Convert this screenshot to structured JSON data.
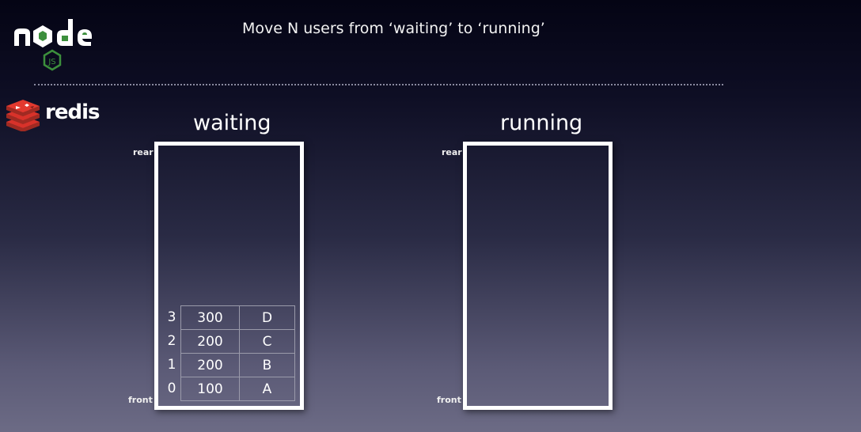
{
  "slide": {
    "title": "Move N users from ‘waiting’ to ‘running’"
  },
  "logos": {
    "node": {
      "name": "node",
      "sub": "JS",
      "icon": "nodejs-logo-icon",
      "color": "#ffffff",
      "hex_color": "#3c8f3c"
    },
    "redis": {
      "name": "redis",
      "icon": "redis-logo-icon",
      "color": "#d8322a"
    }
  },
  "waiting": {
    "label": "waiting",
    "rear_label": "rear",
    "front_label": "front",
    "rows": [
      {
        "index": "3",
        "value": "300",
        "user": "D"
      },
      {
        "index": "2",
        "value": "200",
        "user": "C"
      },
      {
        "index": "1",
        "value": "200",
        "user": "B"
      },
      {
        "index": "0",
        "value": "100",
        "user": "A"
      }
    ]
  },
  "running": {
    "label": "running",
    "rear_label": "rear",
    "front_label": "front",
    "rows": []
  }
}
